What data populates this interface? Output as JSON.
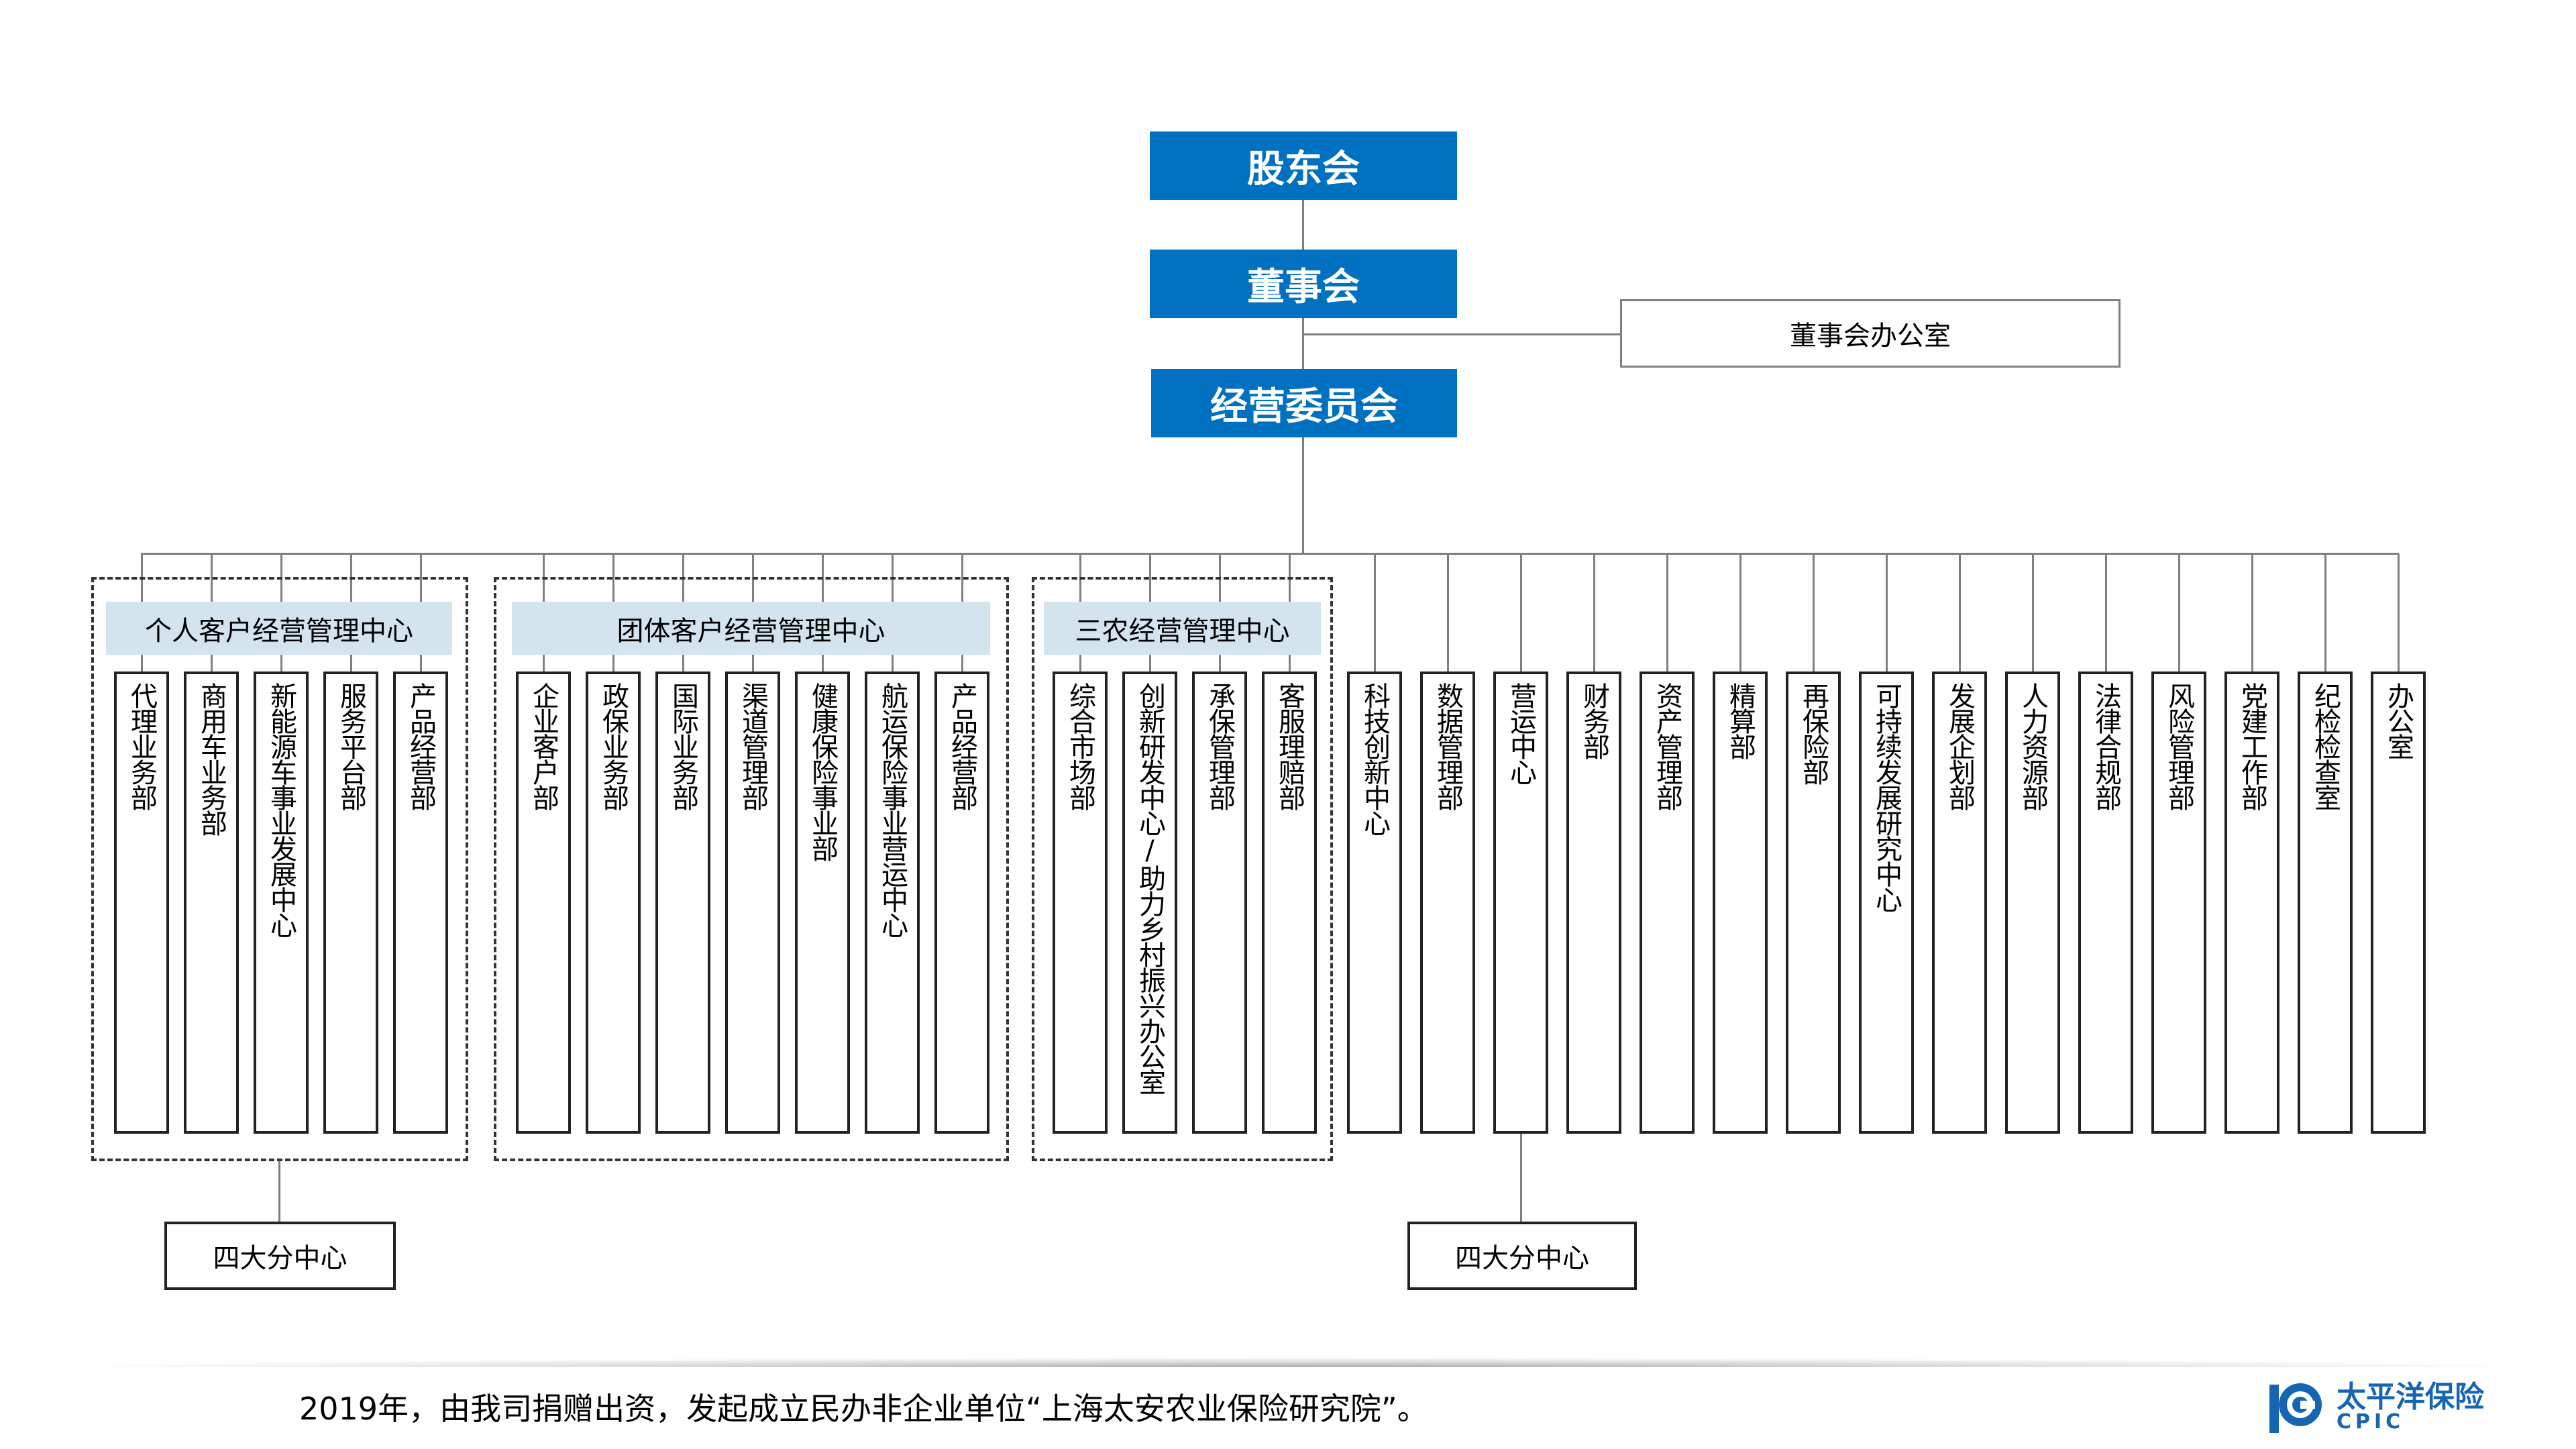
{
  "top": {
    "shareholders": "股东会",
    "board": "董事会",
    "board_office": "董事会办公室",
    "exec_committee": "经营委员会"
  },
  "groups": [
    {
      "title": "个人客户经营管理中心",
      "depts": [
        "代理业务部",
        "商用车业务部",
        "新能源车事业发展中心",
        "服务平台部",
        "产品经营部"
      ]
    },
    {
      "title": "团体客户经营管理中心",
      "depts": [
        "企业客户部",
        "政保业务部",
        "国际业务部",
        "渠道管理部",
        "健康保险事业部",
        "航运保险事业营运中心",
        "产品经营部"
      ]
    },
    {
      "title": "三农经营管理中心",
      "depts": [
        "综合市场部",
        "创新研发中心/助力乡村振兴办公室",
        "承保管理部",
        "客服理赔部"
      ]
    }
  ],
  "standalone_depts": [
    "科技创新中心",
    "数据管理部",
    "营运中心",
    "财务部",
    "资产管理部",
    "精算部",
    "再保险部",
    "可持续发展研究中心",
    "发展企划部",
    "人力资源部",
    "法律合规部",
    "风险管理部",
    "党建工作部",
    "纪检检查室",
    "办公室"
  ],
  "branch_centers": {
    "left": "四大分中心",
    "right": "四大分中心"
  },
  "footer": {
    "text": "2019年，由我司捐赠出资，发起成立民办非企业单位“上海太安农业保险研究院”。"
  },
  "logo": {
    "cn": "太平洋保险",
    "en": "CPIC",
    "color": "#1565B3"
  },
  "colors": {
    "primary": "#0070C0",
    "group_header": "#D3E4EF"
  }
}
